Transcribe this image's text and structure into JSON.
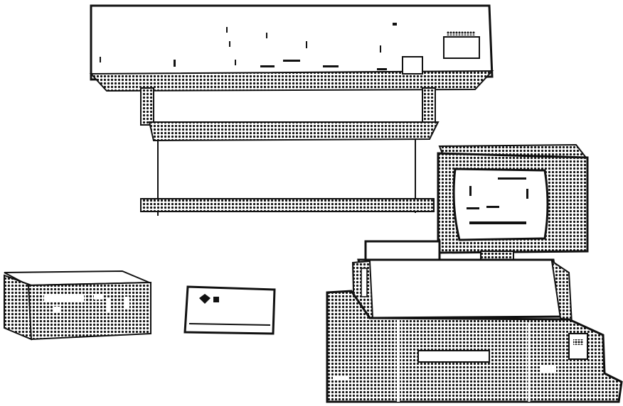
{
  "image": {
    "style": "black-and-white halftone line drawing",
    "colors": {
      "ink": "#111111",
      "paper": "#ffffff",
      "screen": "#ffffff"
    },
    "objects": [
      "printer-unit",
      "printer-stand",
      "crt-monitor",
      "terminal-workstation",
      "disk-drive-box",
      "cartridge-card"
    ]
  }
}
